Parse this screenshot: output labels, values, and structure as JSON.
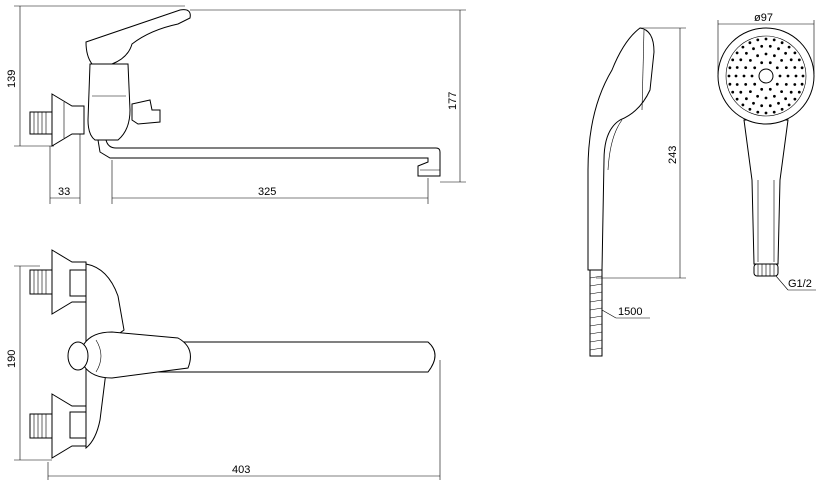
{
  "dimensions": {
    "side_height": "139",
    "side_total_height": "177",
    "side_connector_offset": "33",
    "side_spout_length": "325",
    "top_connector_spacing": "190",
    "top_total_length": "403",
    "handshower_length": "243",
    "head_diameter": "ø97",
    "hose_length": "1500",
    "thread": "G1/2"
  }
}
